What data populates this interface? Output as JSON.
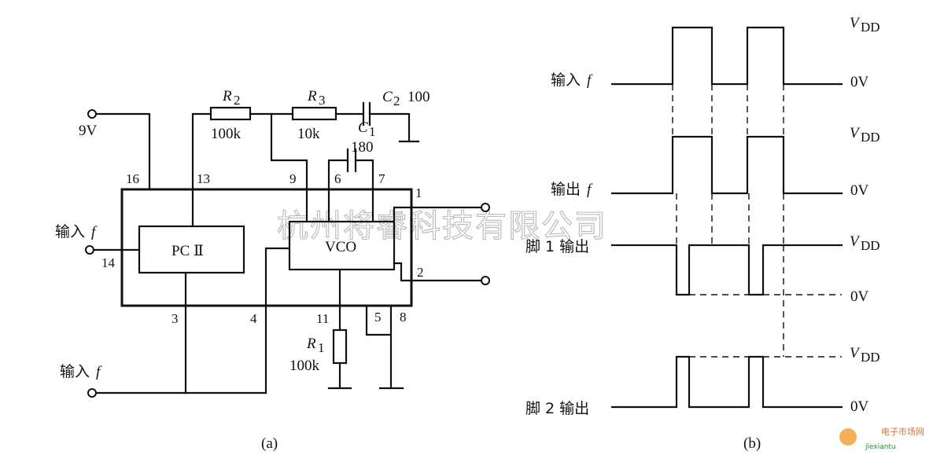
{
  "circuit": {
    "supply": "9V",
    "input_left": "输入",
    "input_bottom": "输入",
    "input_symbol": "f",
    "pc": "PC Ⅱ",
    "vco": "VCO",
    "r2": {
      "name": "R",
      "sub": "2",
      "value": "100k"
    },
    "r3": {
      "name": "R",
      "sub": "3",
      "value": "10k"
    },
    "r1": {
      "name": "R",
      "sub": "1",
      "value": "100k"
    },
    "c2": {
      "name": "C",
      "sub": "2",
      "value": "100"
    },
    "c1": {
      "name": "C",
      "sub": "1",
      "value": "180"
    },
    "pins": {
      "p16": "16",
      "p13": "13",
      "p9": "9",
      "p6": "6",
      "p7": "7",
      "p1": "1",
      "p14": "14",
      "p2": "2",
      "p3": "3",
      "p4": "4",
      "p11": "11",
      "p5": "5",
      "p8": "8"
    },
    "caption": "(a)"
  },
  "waveforms": {
    "rows": [
      {
        "label": "输入",
        "symbol": "f",
        "high": "V",
        "high_sub": "DD",
        "low": "0V"
      },
      {
        "label": "输出",
        "symbol": "f",
        "high": "V",
        "high_sub": "DD",
        "low": "0V"
      },
      {
        "label": "脚 1 输出",
        "symbol": "",
        "high": "V",
        "high_sub": "DD",
        "low": "0V"
      },
      {
        "label": "脚 2 输出",
        "symbol": "",
        "high": "V",
        "high_sub": "DD",
        "low": "0V"
      }
    ],
    "caption": "(b)"
  },
  "watermark": "杭州将睿科技有限公司",
  "logo": {
    "line1": "电子市场网",
    "line2": "jiexiantu"
  }
}
